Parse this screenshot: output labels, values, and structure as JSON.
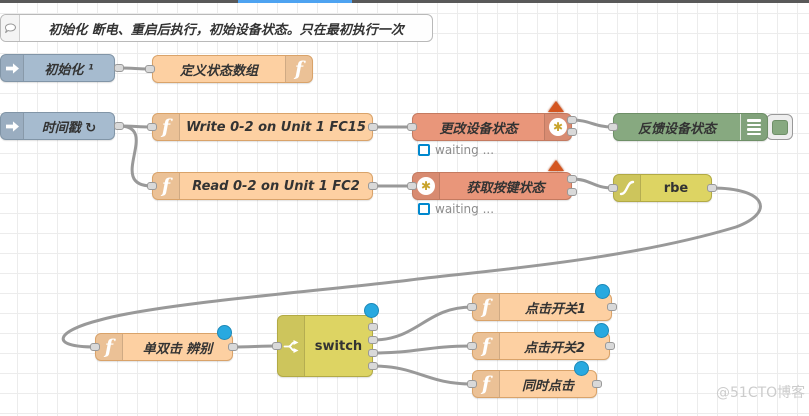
{
  "browser_strip": {
    "accent_color": "#4ea3f1",
    "base_color": "#595959"
  },
  "comment_node": {
    "label": "初始化 断电、重启后执行，初始设备状态。只在最初执行一次"
  },
  "nodes": {
    "inject_init": {
      "label": "初始化 ¹",
      "type": "inject"
    },
    "define_state_array": {
      "label": "定义状态数组",
      "type": "function"
    },
    "inject_timestamp": {
      "label": "时间戳 ↻",
      "type": "inject"
    },
    "modbus_write": {
      "label": "Write 0-2 on Unit 1 FC15",
      "type": "modbus-flex-write"
    },
    "modbus_read": {
      "label": "Read 0-2 on Unit 1 FC2",
      "type": "modbus-flex-getter"
    },
    "update_device_state": {
      "label": "更改设备状态",
      "status": "waiting ...",
      "type": "modbus"
    },
    "feedback_device_state": {
      "label": "反馈设备状态",
      "type": "debug"
    },
    "get_button_state": {
      "label": "获取按键状态",
      "status": "waiting ...",
      "type": "modbus"
    },
    "rbe": {
      "label": "rbe",
      "type": "rbe"
    },
    "single_double_click": {
      "label": "单双击 辨别",
      "type": "function"
    },
    "switch": {
      "label": "switch",
      "type": "switch"
    },
    "click_switch_1": {
      "label": "点击开关1",
      "type": "function"
    },
    "click_switch_2": {
      "label": "点击开关2",
      "type": "function"
    },
    "simultaneous_click": {
      "label": "同时点击",
      "type": "function"
    }
  },
  "icons": {
    "function_glyph": "f",
    "asterisk_glyph": "✱"
  },
  "colors": {
    "inject": "#a6bbcf",
    "function": "#fdd0a2",
    "modbus": "#e9967a",
    "debug": "#87a980",
    "olive": "#ddd463",
    "wire": "#999999",
    "changed_dot": "#28a9e0",
    "alert_triangle": "#d4551f",
    "status_blue": "#0088ce"
  },
  "watermark": {
    "text": "@51CTO博客"
  }
}
